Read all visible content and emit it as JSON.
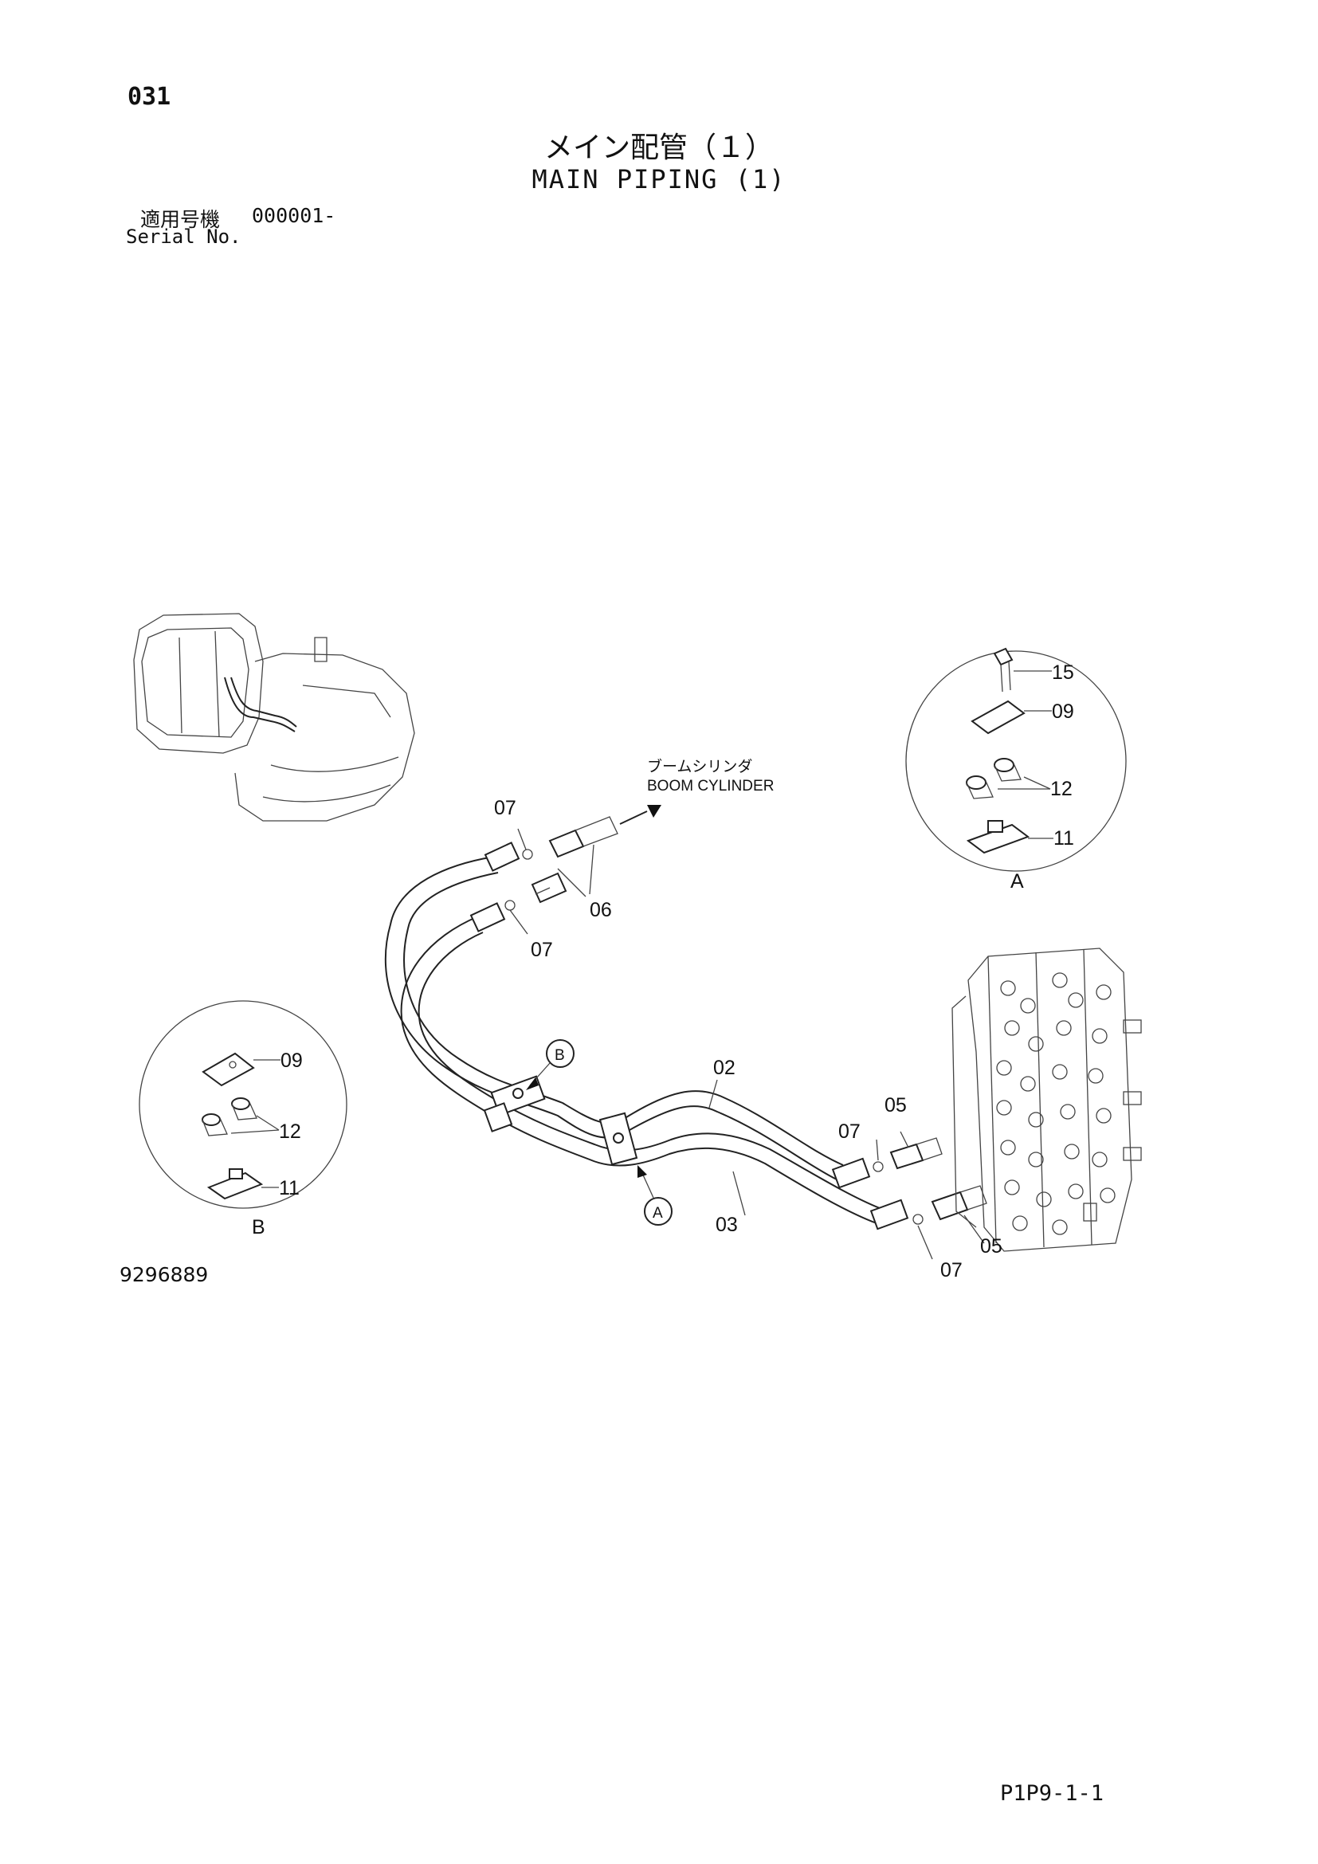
{
  "header": {
    "page_number": "031",
    "title_jp": "メイン配管（１）",
    "title_en": "MAIN PIPING (1)",
    "serial_label_jp": "適用号機",
    "serial_value": "000001-",
    "serial_label_en": "Serial No."
  },
  "callouts": {
    "p07_top": "07",
    "p06": "06",
    "p07_mid": "07",
    "p02": "02",
    "p03": "03",
    "p05_top": "05",
    "p07_valve_top": "07",
    "p05_bottom": "05",
    "p07_valve_bottom": "07",
    "view_a_marker": "A",
    "view_b_marker": "B"
  },
  "boom_cylinder": {
    "label_jp": "ブームシリンダ",
    "label_en": "BOOM CYLINDER"
  },
  "detail_a": {
    "view_label": "A",
    "parts": [
      "15",
      "09",
      "12",
      "11"
    ]
  },
  "detail_b": {
    "view_label": "B",
    "parts": [
      "09",
      "12",
      "11"
    ]
  },
  "footer": {
    "drawing_number": "9296889",
    "page_ref": "P1P9-1-1"
  }
}
